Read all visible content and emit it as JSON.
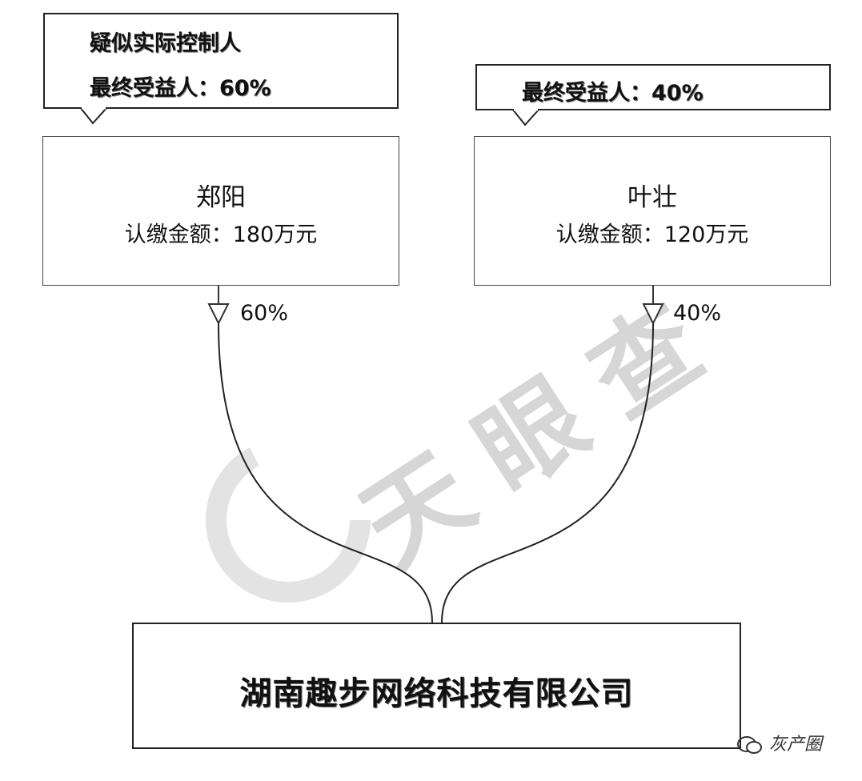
{
  "watermark": "天眼查",
  "callouts": {
    "left": {
      "line1": "疑似实际控制人",
      "line2": "最终受益人：60%"
    },
    "right": {
      "line1": "最终受益人：40%"
    }
  },
  "shareholders": [
    {
      "name": "郑阳",
      "amount": "认缴金额：180万元",
      "percent": "60%"
    },
    {
      "name": "叶壮",
      "amount": "认缴金额：120万元",
      "percent": "40%"
    }
  ],
  "company": {
    "name": "湖南趣步网络科技有限公司"
  },
  "footer": {
    "brand": "灰产圈",
    "icon": "wechat-icon"
  }
}
